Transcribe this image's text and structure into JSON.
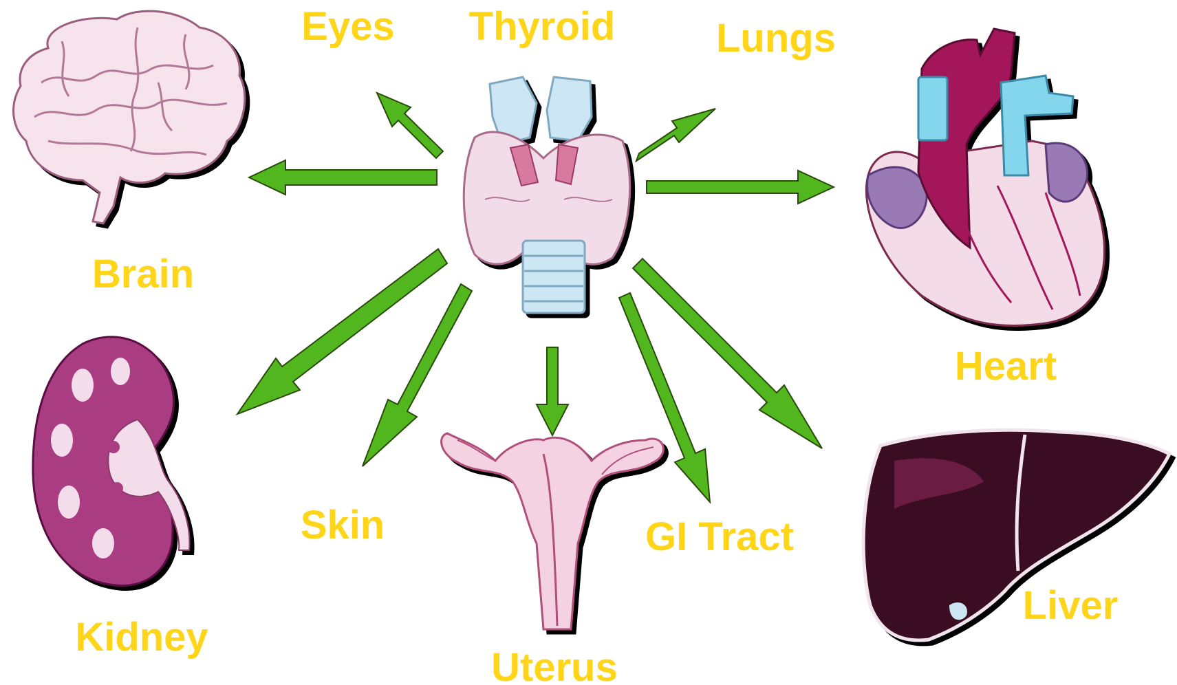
{
  "colors": {
    "label": "#FFD519",
    "arrow_fill": "#52B61E",
    "arrow_stroke": "#2A4A0A",
    "thyroid_pink": "#F2DCE8",
    "thyroid_muscle": "#D77A9E",
    "thyroid_blue": "#CDE6F4",
    "brain_pink": "#F6E3EC",
    "brain_line": "#B27896",
    "kidney_purple": "#AA3C82",
    "kidney_light": "#F3DDEA",
    "heart_red": "#A3155A",
    "heart_pink": "#F3DCE8",
    "heart_purple": "#9A7AB5",
    "heart_blue": "#84D6EC",
    "uterus_pink": "#F5D2E2",
    "uterus_line": "#B0507C",
    "liver_dark": "#3A0A22",
    "liver_mid": "#6A1A42"
  },
  "center": {
    "label": "Thyroid",
    "icon": "thyroid-gland-icon"
  },
  "organs": [
    {
      "id": "eyes",
      "label": "Eyes",
      "icon": ""
    },
    {
      "id": "lungs",
      "label": "Lungs",
      "icon": ""
    },
    {
      "id": "brain",
      "label": "Brain",
      "icon": "brain-icon"
    },
    {
      "id": "heart",
      "label": "Heart",
      "icon": "heart-icon"
    },
    {
      "id": "kidney",
      "label": "Kidney",
      "icon": "kidney-icon"
    },
    {
      "id": "skin",
      "label": "Skin",
      "icon": ""
    },
    {
      "id": "uterus",
      "label": "Uterus",
      "icon": "uterus-icon"
    },
    {
      "id": "gi-tract",
      "label": "GI Tract",
      "icon": ""
    },
    {
      "id": "liver",
      "label": "Liver",
      "icon": "liver-icon"
    }
  ]
}
